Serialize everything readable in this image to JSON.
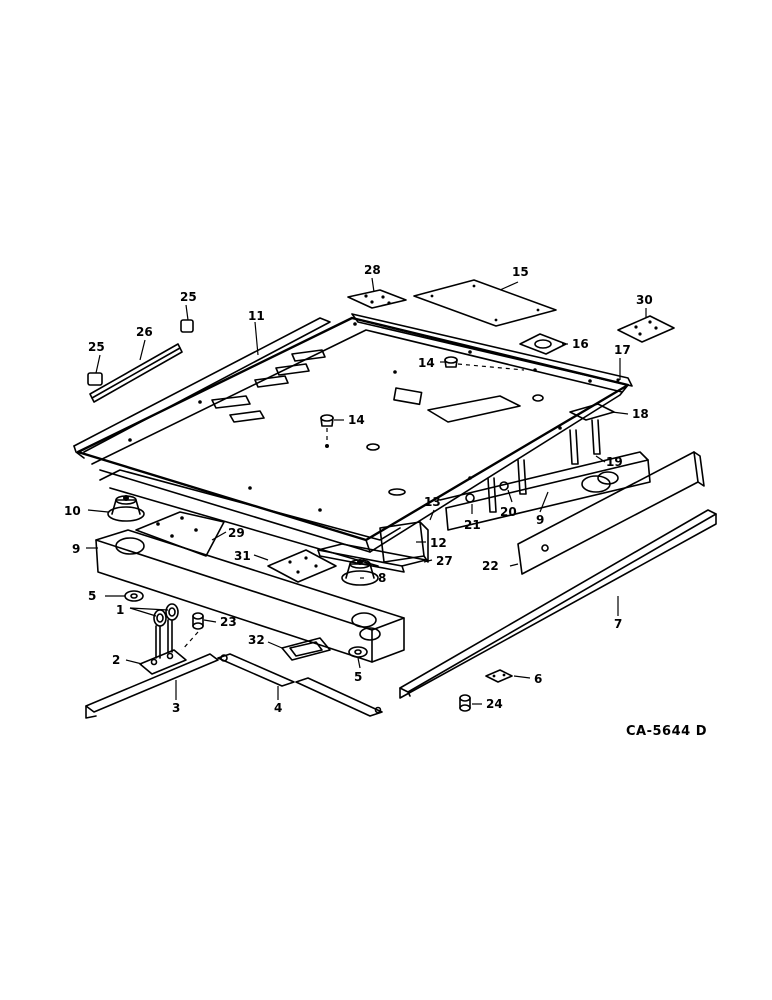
{
  "drawing_number": "CA-5644 D",
  "callouts": {
    "c1": "1",
    "c2": "2",
    "c3": "3",
    "c4": "4",
    "c5a": "5",
    "c5b": "5",
    "c6": "6",
    "c7": "7",
    "c8": "8",
    "c9a": "9",
    "c9b": "9",
    "c10": "10",
    "c11": "11",
    "c12": "12",
    "c13": "13",
    "c14a": "14",
    "c14b": "14",
    "c15": "15",
    "c16": "16",
    "c17": "17",
    "c18": "18",
    "c19": "19",
    "c20": "20",
    "c21": "21",
    "c22": "22",
    "c23": "23",
    "c24": "24",
    "c25a": "25",
    "c25b": "25",
    "c26": "26",
    "c27": "27",
    "c28": "28",
    "c29": "29",
    "c30": "30",
    "c31": "31",
    "c32": "32"
  }
}
